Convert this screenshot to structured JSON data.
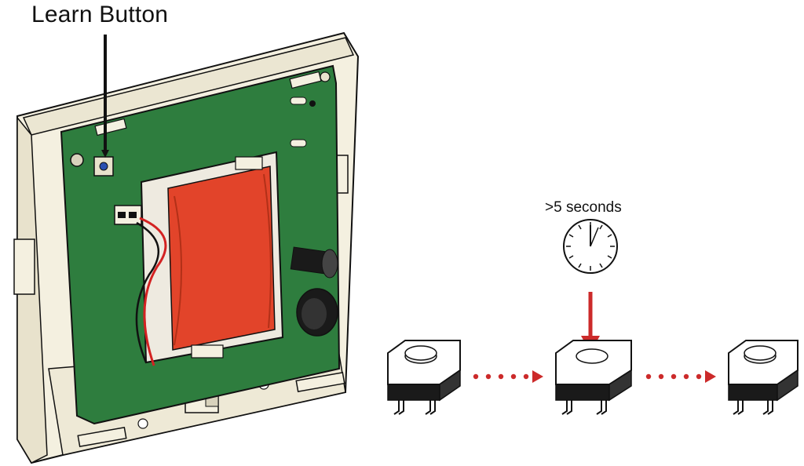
{
  "labels": {
    "learn_button": "Learn Button",
    "duration": ">5 seconds"
  },
  "colors": {
    "board": "#2e7d3e",
    "battery": "#e2442a",
    "arrow_red": "#cc2a2a",
    "housing": "#f4f0e0",
    "outline": "#111111"
  },
  "sequence": [
    {
      "step": "idle",
      "pressed": false
    },
    {
      "step": "press-and-hold",
      "pressed": true
    },
    {
      "step": "release",
      "pressed": false
    }
  ],
  "icons": [
    "learn-button-icon",
    "clock-icon",
    "push-button-icon",
    "dotted-arrow-icon",
    "press-arrow-icon"
  ]
}
